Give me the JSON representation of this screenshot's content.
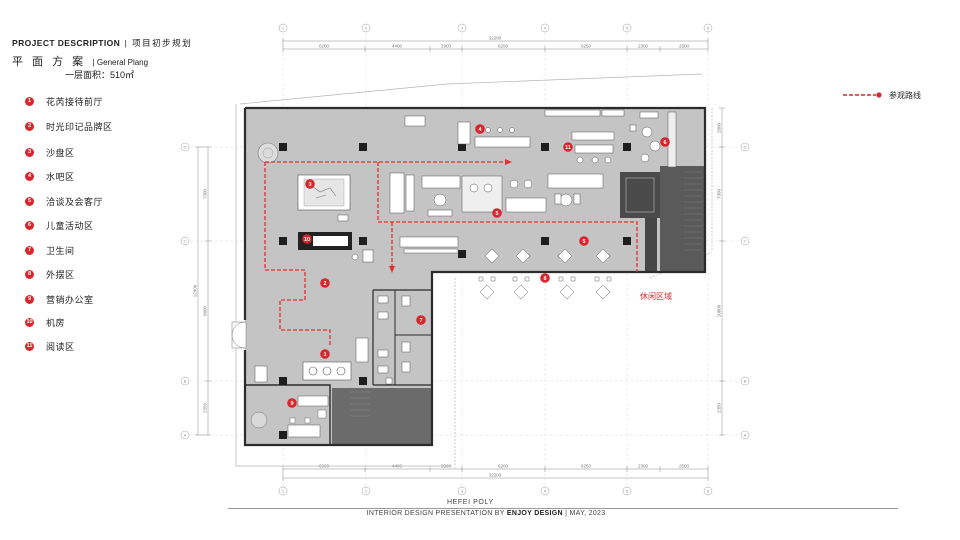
{
  "header": {
    "project_label": "PROJECT DESCRIPTION",
    "project_cn": "| 项目初步规划",
    "plan_title": "平 面 方 案",
    "plan_subtitle": "| General Plang",
    "area": "一层面积：510㎡"
  },
  "legend": {
    "items": [
      {
        "num": "1",
        "label": "花芮接待前厅"
      },
      {
        "num": "2",
        "label": "时光印记品牌区"
      },
      {
        "num": "3",
        "label": "沙盘区"
      },
      {
        "num": "4",
        "label": "水吧区"
      },
      {
        "num": "5",
        "label": "洽谈及会客厅"
      },
      {
        "num": "6",
        "label": "儿童活动区"
      },
      {
        "num": "7",
        "label": "卫生间"
      },
      {
        "num": "8",
        "label": "外摆区"
      },
      {
        "num": "9",
        "label": "营销办公室"
      },
      {
        "num": "10",
        "label": "机房"
      },
      {
        "num": "11",
        "label": "阅读区"
      }
    ]
  },
  "route_legend": {
    "label": "参观路线"
  },
  "plan": {
    "markers": [
      "1",
      "2",
      "3",
      "4",
      "5",
      "5",
      "6",
      "7",
      "8",
      "9",
      "10",
      "11"
    ],
    "outdoor_label": "休闲区域"
  },
  "grid": {
    "columns": [
      "1",
      "2",
      "3",
      "4",
      "5",
      "6"
    ],
    "rows": [
      "D",
      "C",
      "B",
      "A"
    ]
  },
  "dimensions": {
    "top_total": "32200",
    "top": [
      "6200",
      "4400",
      "2900",
      "6200",
      "6250",
      "2300",
      "2500"
    ],
    "bottom": [
      "6200",
      "4400",
      "2900",
      "6200",
      "6250",
      "2300",
      "2500"
    ],
    "bottom_total": "32200",
    "left": [
      "7300",
      "9800",
      "2350"
    ],
    "left_total": "12900",
    "right": [
      "2800",
      "7300",
      "10800",
      "2350"
    ]
  },
  "footer": {
    "client": "HEFEI POLY",
    "credit_prefix": "INTERIOR DESIGN PRESENTATION BY ",
    "credit_brand": "ENJOY DESIGN",
    "credit_suffix": " | MAY, 2023"
  },
  "colors": {
    "accent": "#d9262c",
    "floor": "#c4c4c4",
    "wall": "#2b2b2b"
  }
}
